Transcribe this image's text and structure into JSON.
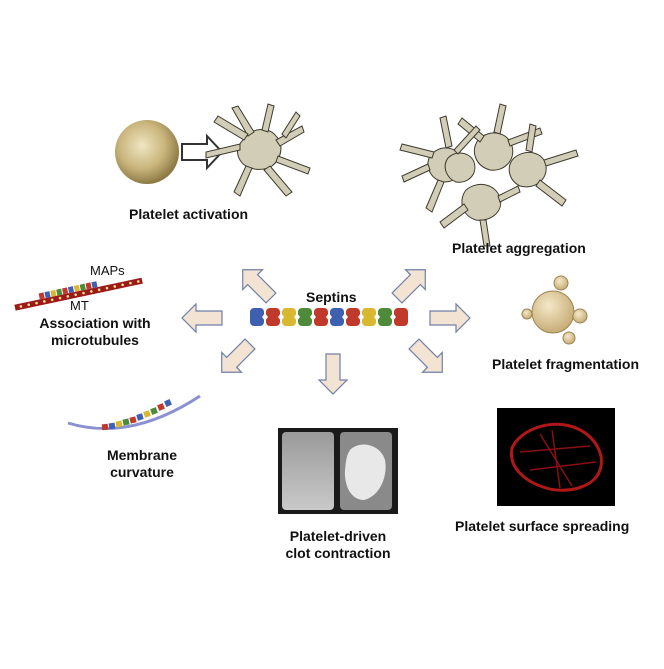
{
  "center": {
    "title": "Septins"
  },
  "nodes": {
    "activation": {
      "label": "Platelet activation"
    },
    "aggregation": {
      "label": "Platelet aggregation"
    },
    "fragmentation": {
      "label": "Platelet fragmentation"
    },
    "spreading": {
      "label": "Platelet surface spreading"
    },
    "clot": {
      "line1": "Platelet-driven",
      "line2": "clot contraction"
    },
    "membrane": {
      "line1": "Membrane",
      "line2": "curvature"
    },
    "microtubules": {
      "line1": "Association with",
      "line2": "microtubules",
      "maps": "MAPs",
      "mt": "MT"
    }
  },
  "colors": {
    "arrow_fill": "#f3e3d3",
    "arrow_stroke": "#6f7fa8",
    "septin_red": "#c0392b",
    "septin_blue": "#3f5fb0",
    "septin_yellow": "#d8b830",
    "septin_green": "#4d8a3a",
    "microtubule": "#9b1b1b",
    "membrane": "#8a90d0",
    "spreading_bg": "#000000",
    "spreading_cell": "#b01818",
    "platelet": "#c8b98a"
  }
}
